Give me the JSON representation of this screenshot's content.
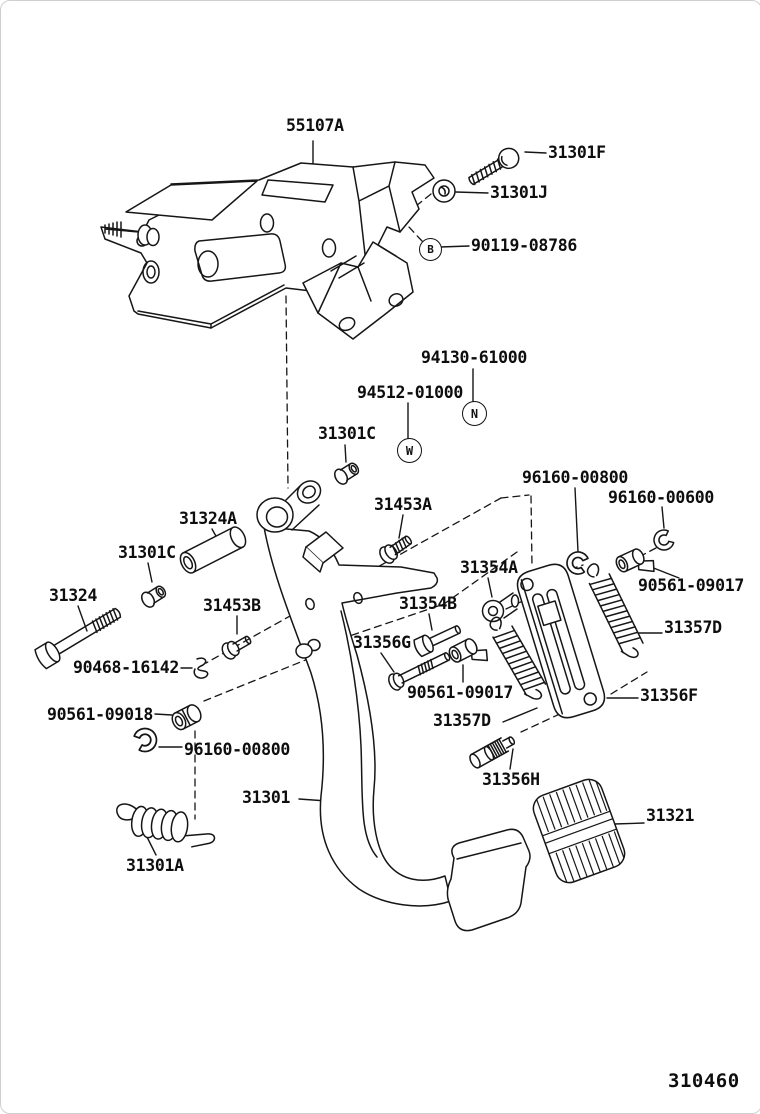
{
  "diagram": {
    "drawing_number": "310460",
    "colors": {
      "line": "#161616",
      "background": "#ffffff"
    },
    "callouts": [
      {
        "id": "pedal-bracket",
        "text": "55107A"
      },
      {
        "id": "bolt-31301f",
        "text": "31301F"
      },
      {
        "id": "nut-31301j",
        "text": "31301J"
      },
      {
        "id": "bolt-90119-08786",
        "text": "90119-08786"
      },
      {
        "id": "nut-94130-61000",
        "text": "94130-61000"
      },
      {
        "id": "washer-94512-01000",
        "text": "94512-01000"
      },
      {
        "id": "bush-31301c-upper",
        "text": "31301C"
      },
      {
        "id": "collar-31324a",
        "text": "31324A"
      },
      {
        "id": "bush-31301c-left",
        "text": "31301C"
      },
      {
        "id": "bolt-31453a",
        "text": "31453A"
      },
      {
        "id": "ring-96160-00800-upper",
        "text": "96160-00800"
      },
      {
        "id": "ring-96160-00600",
        "text": "96160-00600"
      },
      {
        "id": "screw-31354a",
        "text": "31354A"
      },
      {
        "id": "bush-90561-09017-right",
        "text": "90561-09017"
      },
      {
        "id": "bolt-31324",
        "text": "31324"
      },
      {
        "id": "bolt-31453b",
        "text": "31453B"
      },
      {
        "id": "bolt-31354b",
        "text": "31354B"
      },
      {
        "id": "clip-90468-16142",
        "text": "90468-16142"
      },
      {
        "id": "pin-31356g",
        "text": "31356G"
      },
      {
        "id": "bush-90561-09017-left",
        "text": "90561-09017"
      },
      {
        "id": "spring-31357d-right",
        "text": "31357D"
      },
      {
        "id": "plate-31356f",
        "text": "31356F"
      },
      {
        "id": "spring-31357d-left",
        "text": "31357D"
      },
      {
        "id": "bush-90561-09018",
        "text": "90561-09018"
      },
      {
        "id": "ring-96160-00800-lower",
        "text": "96160-00800"
      },
      {
        "id": "pedal-arm-31301",
        "text": "31301"
      },
      {
        "id": "spring-31301a",
        "text": "31301A"
      },
      {
        "id": "pin-31356h",
        "text": "31356H"
      },
      {
        "id": "pad-31321",
        "text": "31321"
      }
    ],
    "symbols": [
      {
        "id": "circle-b",
        "text": "B"
      },
      {
        "id": "circle-n",
        "text": "N"
      },
      {
        "id": "circle-w",
        "text": "W"
      }
    ]
  }
}
